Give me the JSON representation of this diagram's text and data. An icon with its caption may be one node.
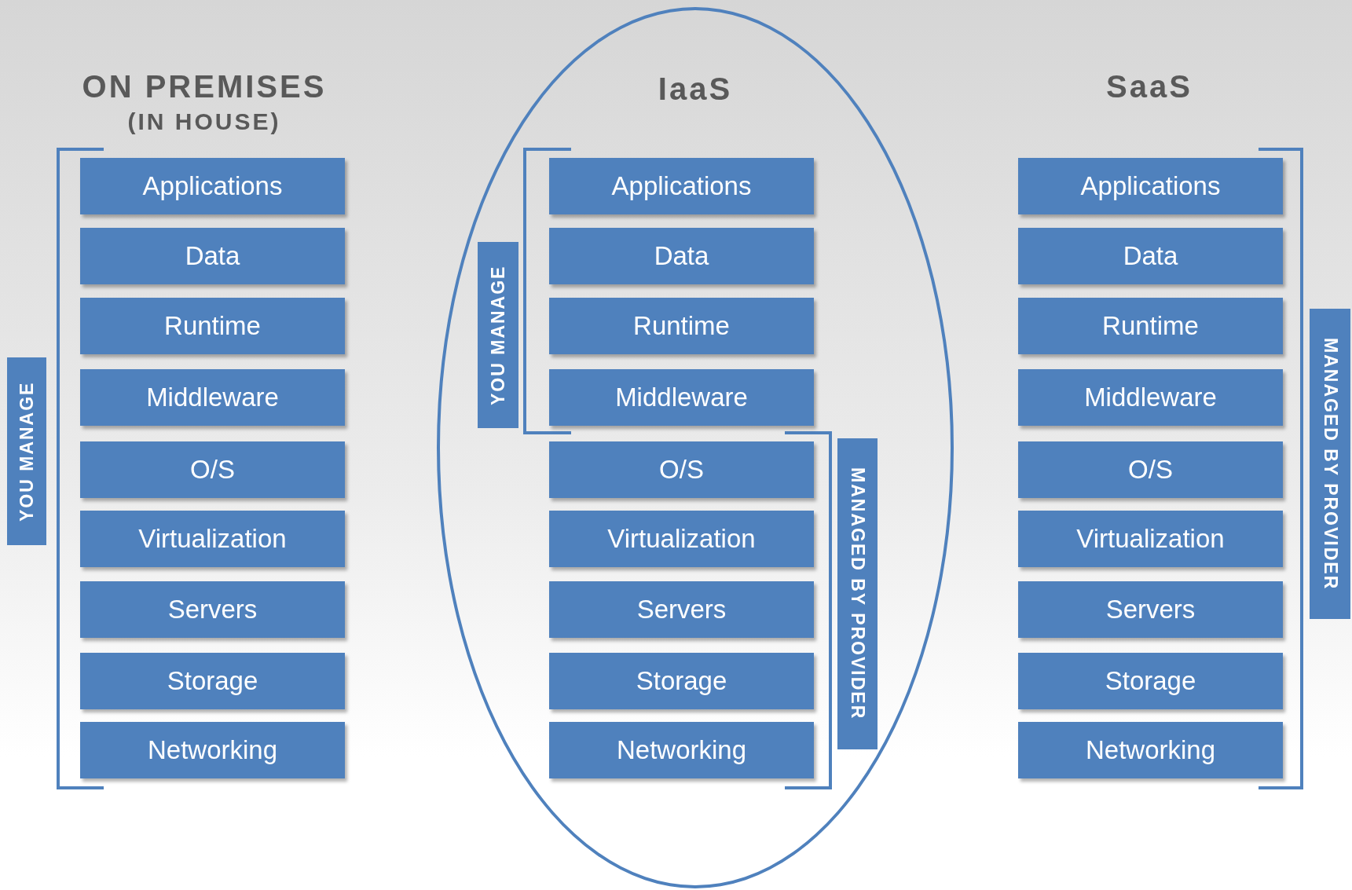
{
  "diagram": {
    "nodes": [
      {
        "text": [
          "Applications"
        ]
      },
      {
        "text": [
          "Data"
        ]
      },
      {
        "text": [
          "Runtime"
        ]
      },
      {
        "text": [
          "Middleware"
        ]
      },
      {
        "text": [
          "O/S"
        ]
      },
      {
        "text": [
          "Virtualization"
        ]
      },
      {
        "text": [
          "Servers"
        ]
      },
      {
        "text": [
          "Storage"
        ]
      },
      {
        "text": [
          "Networking"
        ]
      },
      {
        "text": [
          "YOU MANAGE"
        ]
      },
      {
        "text": [
          "IaaS"
        ]
      },
      {
        "text": [
          "YOU MANAGE"
        ],
        "in": 10
      },
      {
        "text": [
          "Applications"
        ],
        "in": 10
      },
      {
        "text": [
          "Data"
        ],
        "in": 10
      },
      {
        "text": [
          "Runtime"
        ],
        "in": 10
      },
      {
        "text": [
          "Middleware"
        ],
        "in": 10
      },
      {
        "text": [
          "O/S"
        ],
        "in": 10
      },
      {
        "text": [
          "Virtualization"
        ],
        "in": 10
      },
      {
        "text": [
          "Servers"
        ],
        "in": 10
      },
      {
        "text": [
          "Storage"
        ],
        "in": 10
      },
      {
        "text": [
          "Networking"
        ],
        "in": 10
      },
      {
        "text": [
          "MANAGED BY PROVIDER"
        ],
        "in": 10
      },
      {
        "text": [
          "Applications"
        ]
      },
      {
        "text": [
          "Data"
        ]
      },
      {
        "text": [
          "Runtime"
        ]
      },
      {
        "text": [
          "Middleware"
        ]
      },
      {
        "text": [
          "O/S"
        ]
      },
      {
        "text": [
          "Virtualization"
        ]
      },
      {
        "text": [
          "Servers"
        ]
      },
      {
        "text": [
          "Storage"
        ]
      },
      {
        "text": [
          "Networking"
        ]
      },
      {
        "text": [
          "MANAGED BY PROVIDER"
        ]
      }
    ],
    "edges": [],
    "labels": [
      "ON PREMISES",
      "(IN HOUSE)",
      "SaaS"
    ]
  }
}
